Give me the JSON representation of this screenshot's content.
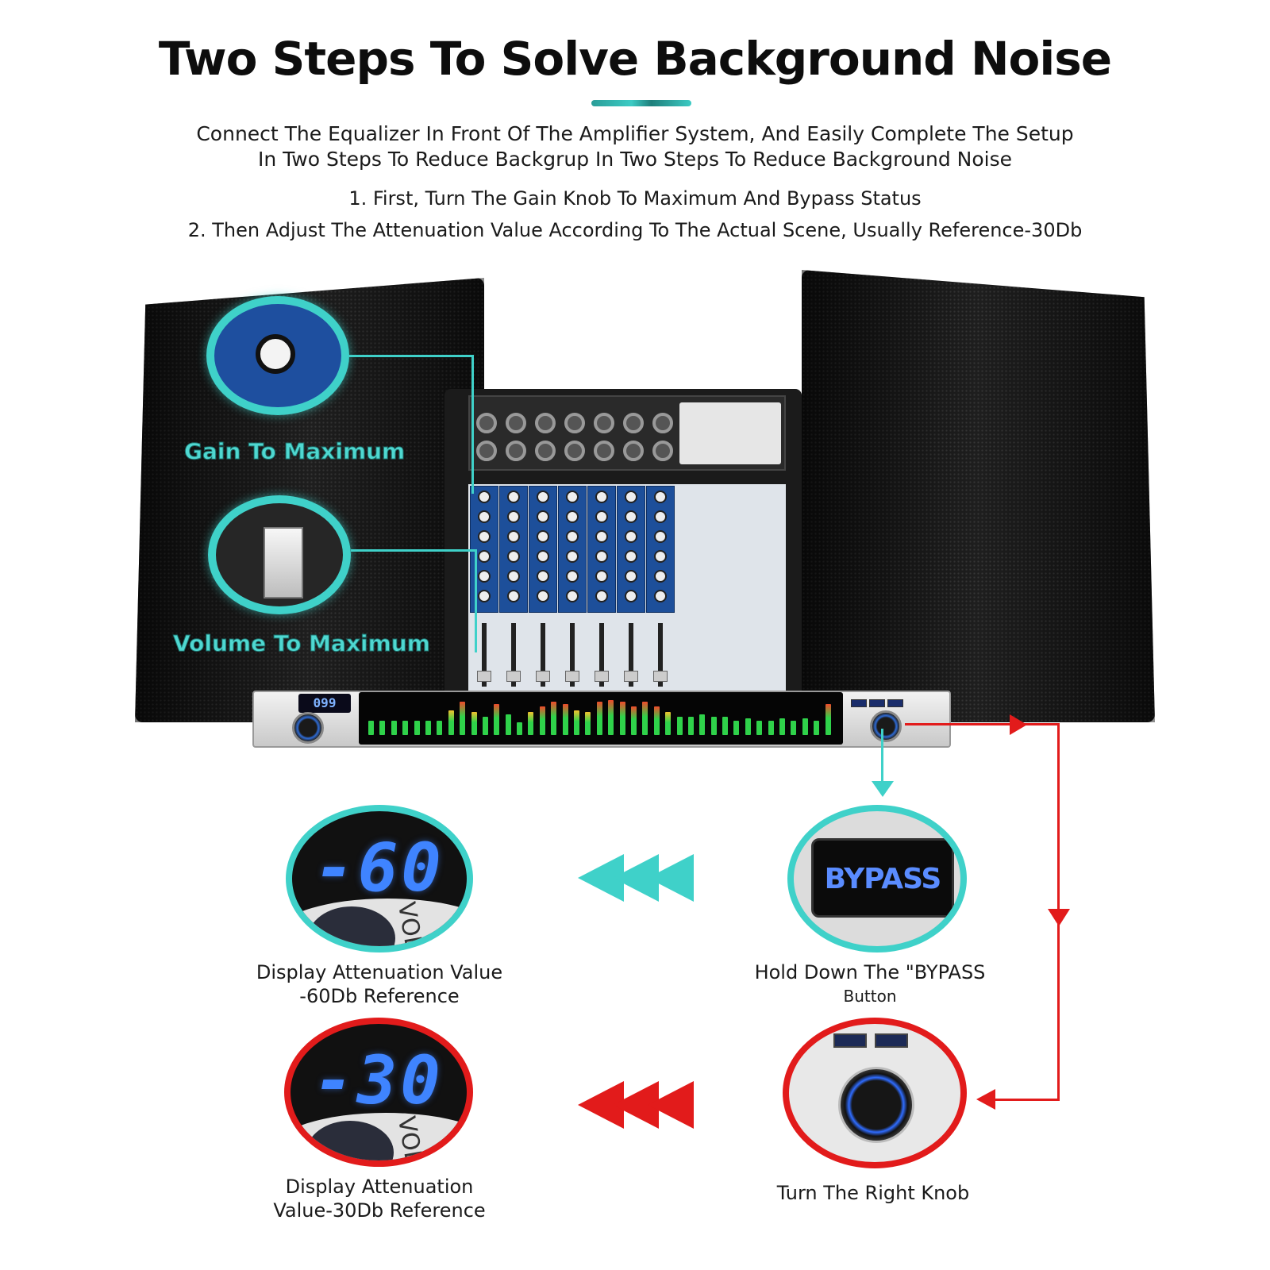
{
  "header": {
    "title": "Two Steps To Solve Background Noise",
    "subtitle_line1": "Connect The Equalizer In Front Of The Amplifier System, And Easily Complete The Setup",
    "subtitle_line2": "In Two Steps To Reduce Backgrup In Two Steps To Reduce Background Noise",
    "step1": "1. First, Turn The Gain Knob To Maximum And Bypass Status",
    "step2": "2. Then Adjust The Attenuation Value According To The Actual Scene, Usually Reference-30Db"
  },
  "callouts": {
    "gain": "Gain To Maximum",
    "volume": "Volume To Maximum"
  },
  "equalizer": {
    "display_value": "099",
    "meter_levels": [
      0.35,
      0.35,
      0.35,
      0.35,
      0.35,
      0.35,
      0.35,
      0.6,
      0.8,
      0.55,
      0.45,
      0.75,
      0.5,
      0.3,
      0.55,
      0.7,
      0.8,
      0.75,
      0.6,
      0.55,
      0.8,
      0.85,
      0.8,
      0.7,
      0.8,
      0.7,
      0.55,
      0.45,
      0.45,
      0.5,
      0.45,
      0.45,
      0.35,
      0.4,
      0.35,
      0.35,
      0.4,
      0.35,
      0.4,
      0.35,
      0.75
    ]
  },
  "panels": {
    "attenuation_60": {
      "readout": "-60",
      "knob_label": "VOL",
      "caption_line1": "Display Attenuation Value",
      "caption_line2": "-60Db Reference"
    },
    "bypass": {
      "key_label": "BYPASS",
      "caption_line1": "Hold Down The \"BYPASS",
      "caption_line2": "Button"
    },
    "attenuation_30": {
      "readout": "-30",
      "knob_label": "VOL",
      "caption_line1": "Display Attenuation",
      "caption_line2": "Value-30Db Reference"
    },
    "right_knob": {
      "caption": "Turn The Right Knob"
    }
  },
  "colors": {
    "teal": "#3fd1c9",
    "red": "#e21b1b",
    "lcd_blue": "#3f84ff"
  }
}
